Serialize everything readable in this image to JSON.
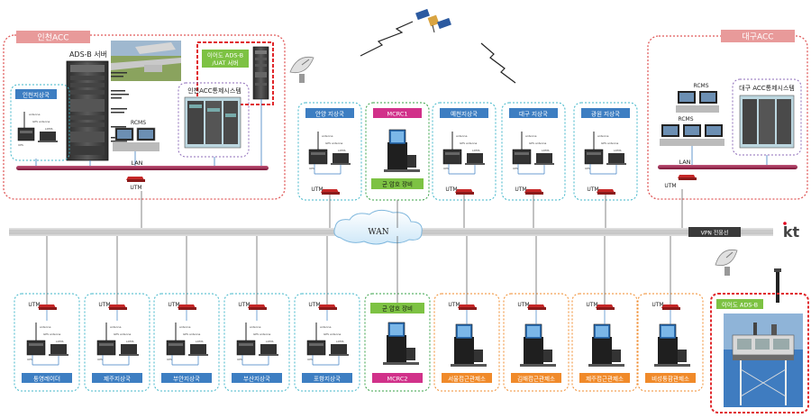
{
  "incheon_acc": {
    "title": "인천ACC",
    "adsb_server": "ADS-B 서버",
    "ieodo_server_line1": "이어도 ADS-B",
    "ieodo_server_line2": "/UAT 서버",
    "control_system": "인천ACC통제시스템",
    "ground_station": "인천지상국",
    "rcms": "RCMS",
    "lan": "LAN",
    "utm": "UTM"
  },
  "daegu_acc": {
    "title": "대구ACC",
    "control_system": "대구 ACC통제시스템",
    "rcms_1": "RCMS",
    "rcms_2": "RCMS",
    "lan": "LAN",
    "utm": "UTM"
  },
  "top_stations": [
    {
      "label": "안양 지상국",
      "utm": "UTM"
    },
    {
      "label": "MCRC1",
      "crypto": "군 암호 장비"
    },
    {
      "label": "예천지상국",
      "utm": "UTM"
    },
    {
      "label": "대구 지상국",
      "utm": "UTM"
    },
    {
      "label": "광원 지상국",
      "utm": "UTM"
    }
  ],
  "bottom_stations": [
    {
      "label": "통영레이더",
      "utm": "UTM"
    },
    {
      "label": "제주지상국",
      "utm": "UTM"
    },
    {
      "label": "부안지상국",
      "utm": "UTM"
    },
    {
      "label": "부산지상국",
      "utm": "UTM"
    },
    {
      "label": "포항지상국",
      "utm": "UTM"
    },
    {
      "label": "MCRC2",
      "crypto": "군 암호 장비"
    },
    {
      "label": "서울접근관제소",
      "utm": "UTM"
    },
    {
      "label": "김해접근관제소",
      "utm": "UTM"
    },
    {
      "label": "제주접근관제소",
      "utm": "UTM"
    },
    {
      "label": "비성통합관제소",
      "utm": "UTM"
    }
  ],
  "ieodo_station": {
    "label": "이어도 ADS-B"
  },
  "wan": {
    "label": "WAN",
    "line_label": "VPN 전용선",
    "provider": "kt"
  },
  "equipment_labels": {
    "antenna": "antenna",
    "ups": "UPS",
    "gps_antenna": "GPS antenna",
    "ldms": "LDMS"
  },
  "colors": {
    "red_box": "#e05a5a",
    "cyan_box": "#3fb6c9",
    "green_box": "#35a045",
    "orange_box": "#f08a2a",
    "purple_box": "#8d6bb8",
    "blue_label": "#3d7ec2",
    "magenta_label": "#d1318a",
    "green_label": "#7dc243",
    "pink_title": "#e89a9a",
    "lan_bar": "#a0264f",
    "utm_red": "#c62828",
    "wan_line": "#b0b0b0",
    "kt_red": "#e0001b"
  }
}
